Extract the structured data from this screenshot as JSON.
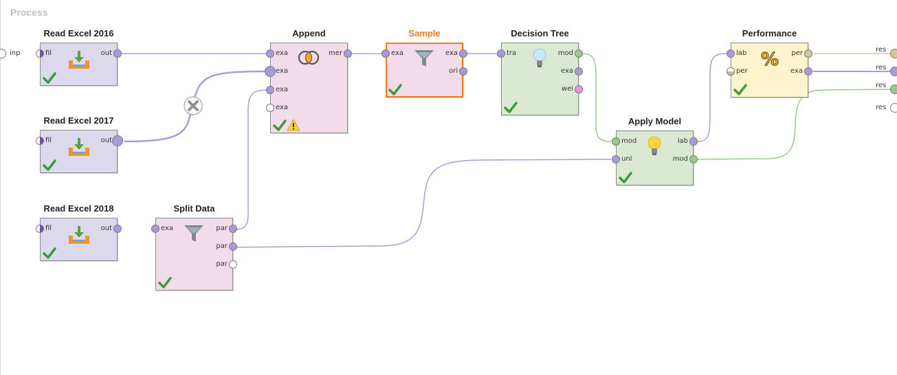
{
  "process": {
    "label": "Process",
    "input_port": "inp"
  },
  "operators": {
    "read2016": {
      "title": "Read Excel 2016",
      "ports_in": [
        "fil"
      ],
      "ports_out": [
        "out"
      ]
    },
    "read2017": {
      "title": "Read Excel 2017",
      "ports_in": [
        "fil"
      ],
      "ports_out": [
        "out"
      ]
    },
    "read2018": {
      "title": "Read Excel 2018",
      "ports_in": [
        "fil"
      ],
      "ports_out": [
        "out"
      ]
    },
    "append": {
      "title": "Append",
      "ports_in": [
        "exa",
        "exa",
        "exa",
        "exa"
      ],
      "ports_out": [
        "mer"
      ]
    },
    "split": {
      "title": "Split Data",
      "ports_in": [
        "exa"
      ],
      "ports_out": [
        "par",
        "par",
        "par"
      ]
    },
    "sample": {
      "title": "Sample",
      "ports_in": [
        "exa"
      ],
      "ports_out": [
        "exa",
        "ori"
      ]
    },
    "tree": {
      "title": "Decision Tree",
      "ports_in": [
        "tra"
      ],
      "ports_out": [
        "mod",
        "exa",
        "wei"
      ]
    },
    "apply": {
      "title": "Apply Model",
      "ports_in": [
        "mod",
        "unl"
      ],
      "ports_out": [
        "lab",
        "mod"
      ]
    },
    "performance": {
      "title": "Performance",
      "ports_in": [
        "lab",
        "per"
      ],
      "ports_out": [
        "per",
        "exa"
      ]
    }
  },
  "results": [
    "res",
    "res",
    "res",
    "res"
  ],
  "colors": {
    "read_bg": "#dcd9ec",
    "blend_bg": "#f2dcea",
    "model_bg": "#dbe9d2",
    "perf_bg": "#fdf3cc",
    "selected": "#f07a1a",
    "wire_data": "#a99ae0",
    "wire_model": "#99c98d",
    "wire_perf": "#d9c7a2"
  },
  "icons": {
    "read": "import-arrow-icon",
    "append": "venn-icon",
    "filter": "funnel-icon",
    "tree": "lightbulb-icon",
    "apply": "lightbulb-icon",
    "performance": "percent-icon",
    "status": "checkmark-icon",
    "warning": "warning-icon",
    "disconnect": "disconnect-x-icon"
  }
}
